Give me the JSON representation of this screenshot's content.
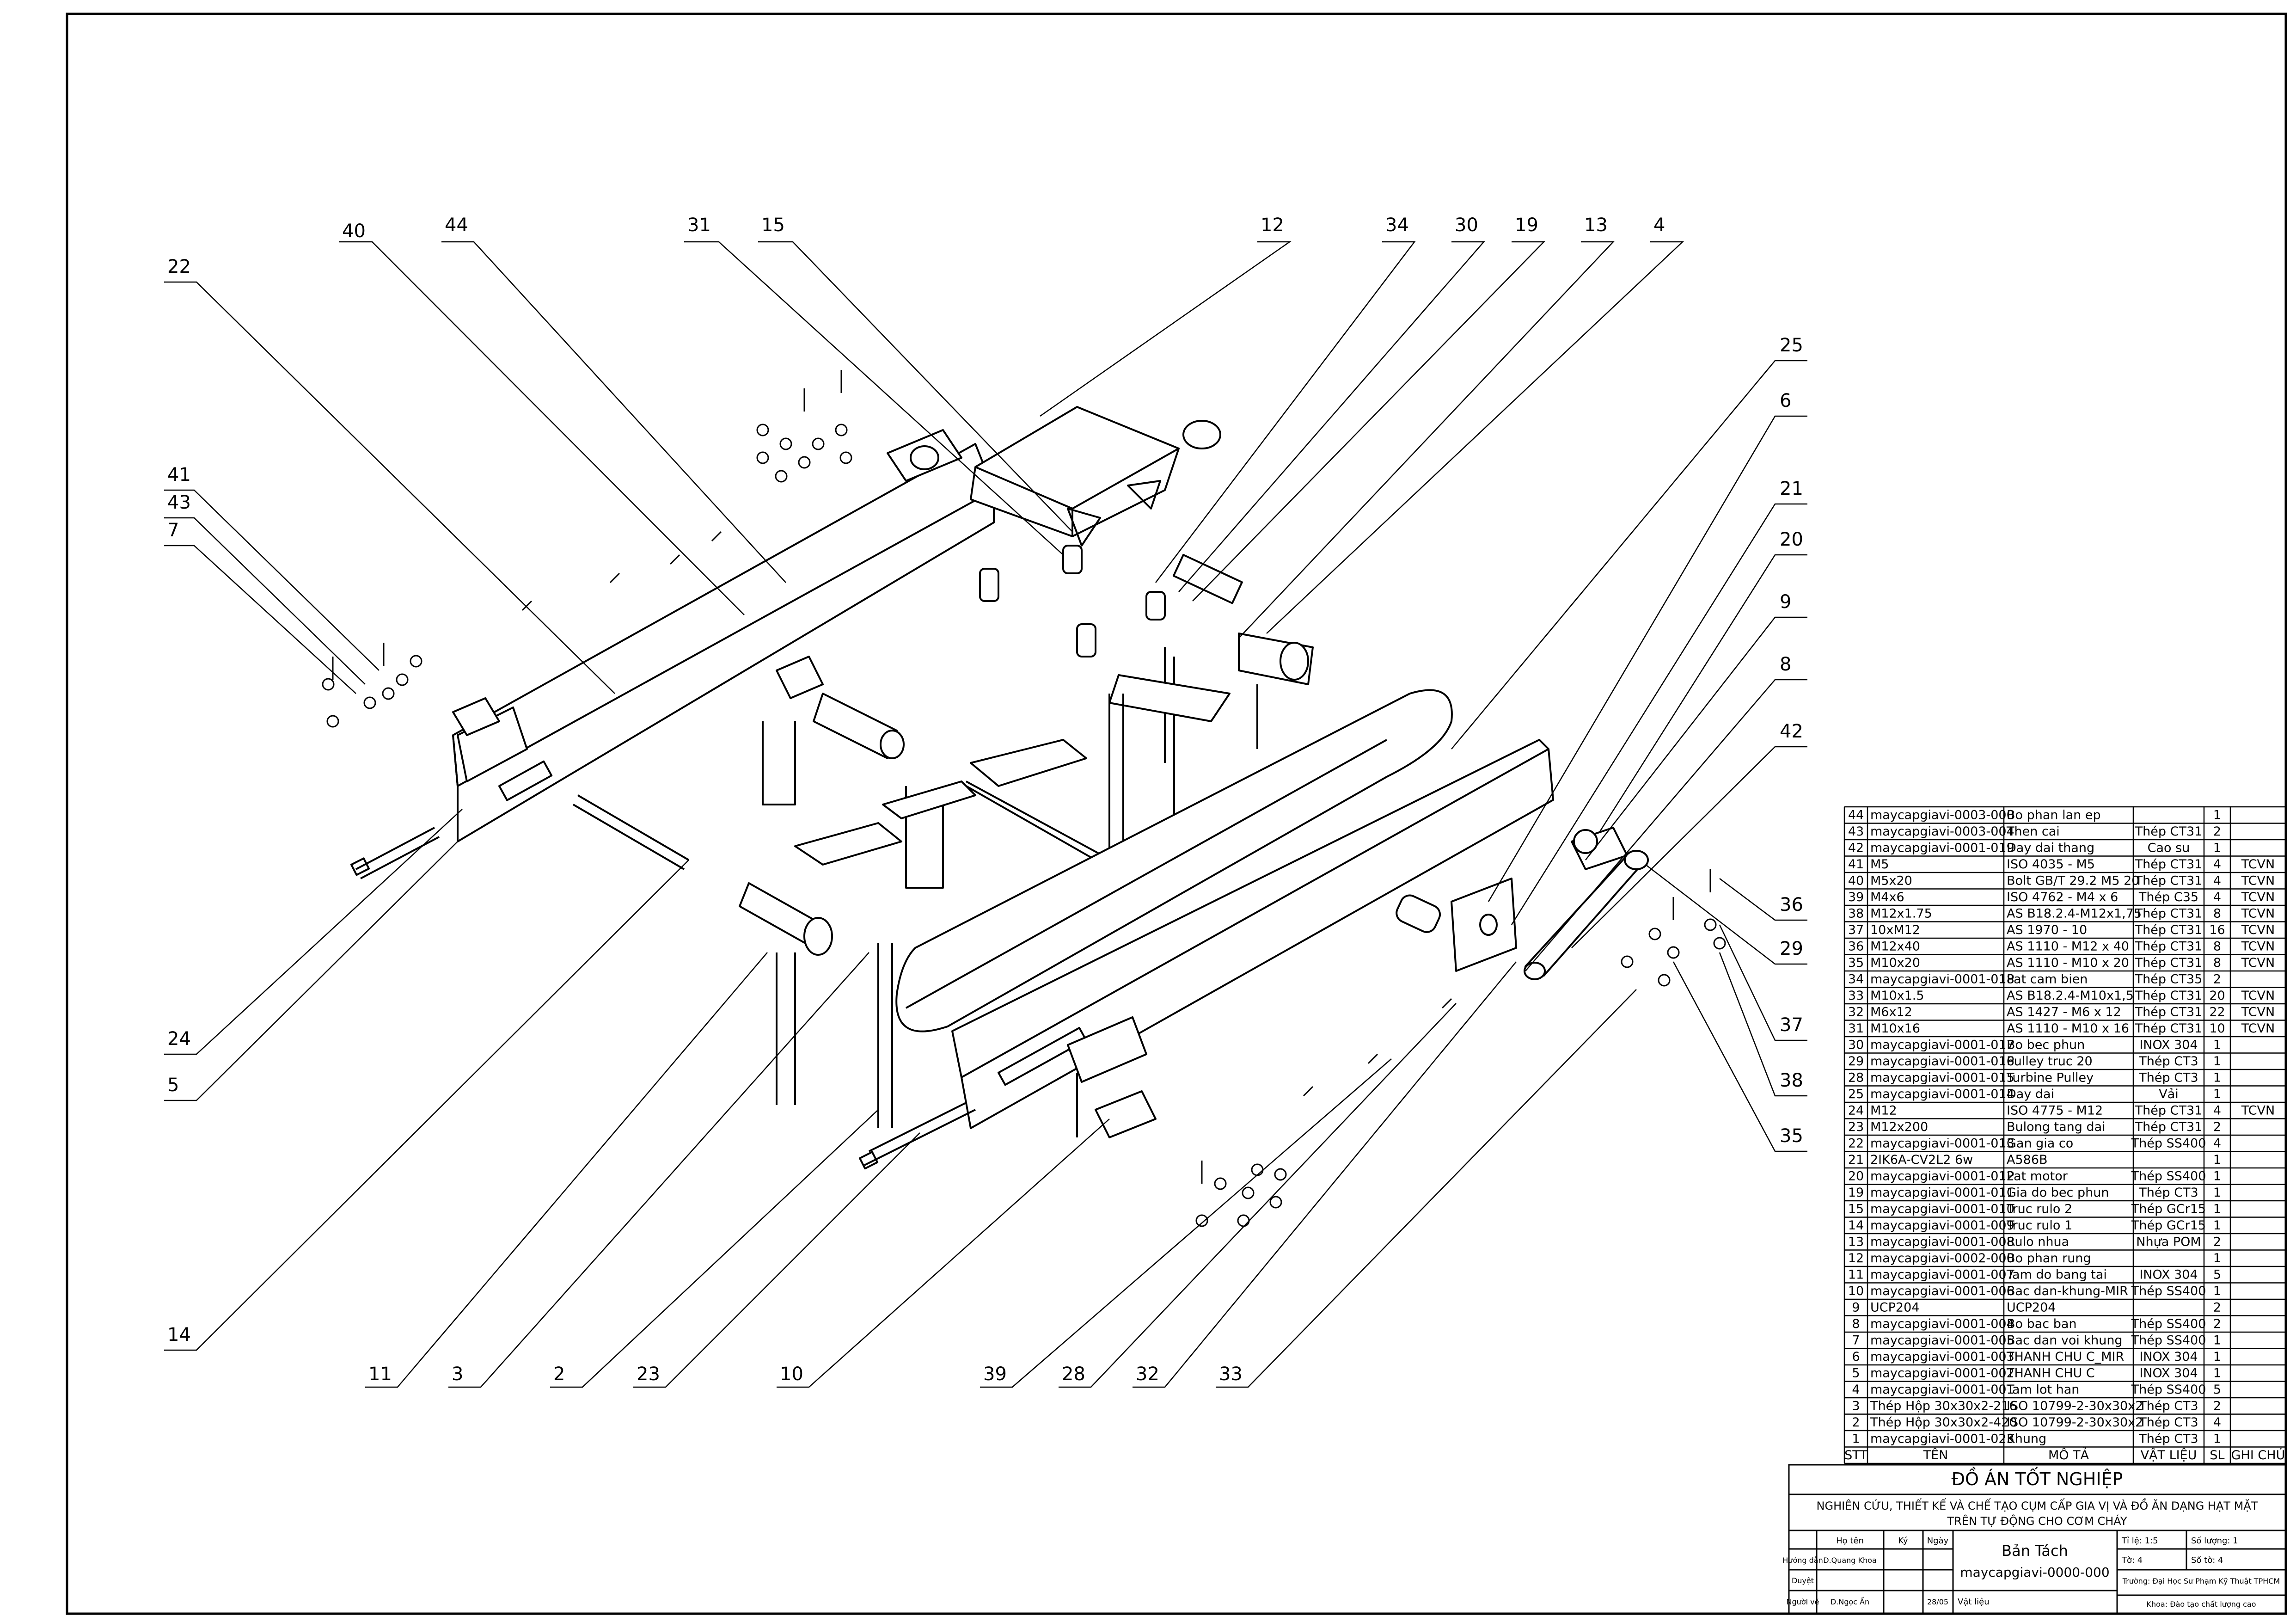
{
  "callouts": [
    {
      "n": "40"
    },
    {
      "n": "44"
    },
    {
      "n": "31"
    },
    {
      "n": "15"
    },
    {
      "n": "12"
    },
    {
      "n": "34"
    },
    {
      "n": "30"
    },
    {
      "n": "19"
    },
    {
      "n": "13"
    },
    {
      "n": "4"
    },
    {
      "n": "22"
    },
    {
      "n": "41"
    },
    {
      "n": "43"
    },
    {
      "n": "7"
    },
    {
      "n": "25"
    },
    {
      "n": "6"
    },
    {
      "n": "21"
    },
    {
      "n": "20"
    },
    {
      "n": "9"
    },
    {
      "n": "8"
    },
    {
      "n": "42"
    },
    {
      "n": "36"
    },
    {
      "n": "29"
    },
    {
      "n": "37"
    },
    {
      "n": "38"
    },
    {
      "n": "35"
    },
    {
      "n": "24"
    },
    {
      "n": "5"
    },
    {
      "n": "14"
    },
    {
      "n": "11"
    },
    {
      "n": "3"
    },
    {
      "n": "2"
    },
    {
      "n": "23"
    },
    {
      "n": "10"
    },
    {
      "n": "39"
    },
    {
      "n": "28"
    },
    {
      "n": "32"
    },
    {
      "n": "33"
    }
  ],
  "bom": {
    "rows": [
      [
        "44",
        "maycapgiavi-0003-000",
        "Bo phan lan ep",
        "",
        "1",
        ""
      ],
      [
        "43",
        "maycapgiavi-0003-004",
        "Then cai",
        "Thép CT31",
        "2",
        ""
      ],
      [
        "42",
        "maycapgiavi-0001-019",
        "Day dai thang",
        "Cao su",
        "1",
        ""
      ],
      [
        "41",
        "M5",
        "ISO 4035 - M5",
        "Thép CT31",
        "4",
        "TCVN"
      ],
      [
        "40",
        "M5x20",
        "Bolt GB/T 29.2 M5 20",
        "Thép CT31",
        "4",
        "TCVN"
      ],
      [
        "39",
        "M4x6",
        "ISO 4762 - M4 x 6",
        "Thép C35",
        "4",
        "TCVN"
      ],
      [
        "38",
        "M12x1.75",
        "AS B18.2.4-M12x1,75",
        "Thép CT31",
        "8",
        "TCVN"
      ],
      [
        "37",
        "10xM12",
        "AS 1970 - 10",
        "Thép CT31",
        "16",
        "TCVN"
      ],
      [
        "36",
        "M12x40",
        "AS 1110 - M12 x 40",
        "Thép CT31",
        "8",
        "TCVN"
      ],
      [
        "35",
        "M10x20",
        "AS 1110 - M10 x 20",
        "Thép CT31",
        "8",
        "TCVN"
      ],
      [
        "34",
        "maycapgiavi-0001-018",
        "Pat cam bien",
        "Thép CT35",
        "2",
        ""
      ],
      [
        "33",
        "M10x1.5",
        "AS B18.2.4-M10x1,5",
        "Thép CT31",
        "20",
        "TCVN"
      ],
      [
        "32",
        "M6x12",
        "AS 1427 - M6 x 12",
        "Thép CT31",
        "22",
        "TCVN"
      ],
      [
        "31",
        "M10x16",
        "AS 1110 - M10 x 16",
        "Thép CT31",
        "10",
        "TCVN"
      ],
      [
        "30",
        "maycapgiavi-0001-017",
        "Bo bec phun",
        "INOX 304",
        "1",
        ""
      ],
      [
        "29",
        "maycapgiavi-0001-016",
        "Pulley truc 20",
        "Thép CT3",
        "1",
        ""
      ],
      [
        "28",
        "maycapgiavi-0001-015",
        "Turbine Pulley",
        "Thép CT3",
        "1",
        ""
      ],
      [
        "25",
        "maycapgiavi-0001-014",
        "Day dai",
        "Vải",
        "1",
        ""
      ],
      [
        "24",
        "M12",
        "ISO 4775 - M12",
        "Thép CT31",
        "4",
        "TCVN"
      ],
      [
        "23",
        "M12x200",
        "Bulong tang dai",
        "Thép CT31",
        "2",
        ""
      ],
      [
        "22",
        "maycapgiavi-0001-013",
        "Gan gia co",
        "Thép SS400",
        "4",
        ""
      ],
      [
        "21",
        "2IK6A-CV2L2 6w",
        "A586B",
        "",
        "1",
        ""
      ],
      [
        "20",
        "maycapgiavi-0001-012",
        "Pat motor",
        "Thép SS400",
        "1",
        ""
      ],
      [
        "19",
        "maycapgiavi-0001-011",
        "Gia do bec phun",
        "Thép CT3",
        "1",
        ""
      ],
      [
        "15",
        "maycapgiavi-0001-010",
        "Truc rulo 2",
        "Thép GCr15",
        "1",
        ""
      ],
      [
        "14",
        "maycapgiavi-0001-009",
        "Truc rulo 1",
        "Thép GCr15",
        "1",
        ""
      ],
      [
        "13",
        "maycapgiavi-0001-008",
        "Rulo nhua",
        "Nhựa POM",
        "2",
        ""
      ],
      [
        "12",
        "maycapgiavi-0002-000",
        "Bo phan rung",
        "",
        "1",
        ""
      ],
      [
        "11",
        "maycapgiavi-0001-007",
        "Tam do bang tai",
        "INOX 304",
        "5",
        ""
      ],
      [
        "10",
        "maycapgiavi-0001-006",
        "Bac dan-khung-MIR",
        "Thép SS400",
        "1",
        ""
      ],
      [
        "9",
        "UCP204",
        "UCP204",
        "",
        "2",
        ""
      ],
      [
        "8",
        "maycapgiavi-0001-004",
        "Bo bac ban",
        "Thép SS400",
        "2",
        ""
      ],
      [
        "7",
        "maycapgiavi-0001-005",
        "Bac dan voi khung",
        "Thép SS400",
        "1",
        ""
      ],
      [
        "6",
        "maycapgiavi-0001-003",
        "THANH CHU C_MIR",
        "INOX 304",
        "1",
        ""
      ],
      [
        "5",
        "maycapgiavi-0001-002",
        "THANH CHU C",
        "INOX 304",
        "1",
        ""
      ],
      [
        "4",
        "maycapgiavi-0001-001",
        "Tam lot han",
        "Thép SS400",
        "5",
        ""
      ],
      [
        "3",
        "Thép Hộp 30x30x2-216",
        "ISO 10799-2-30x30x2",
        "Thép CT3",
        "2",
        ""
      ],
      [
        "2",
        "Thép Hộp 30x30x2-420",
        "ISO 10799-2-30x30x2",
        "Thép CT3",
        "4",
        ""
      ],
      [
        "1",
        "maycapgiavi-0001-023",
        "Khung",
        "Thép CT3",
        "1",
        ""
      ]
    ],
    "header": [
      "STT",
      "TÊN",
      "MÔ TẢ",
      "VẬT LIỆU",
      "SL",
      "GHI CHÚ"
    ]
  },
  "title_block": {
    "heading": "ĐỒ ÁN TỐT NGHIỆP",
    "project_line1": "NGHIÊN CỨU, THIẾT KẾ VÀ CHẾ TẠO CỤM CẤP GIA VỊ VÀ ĐỒ ĂN DẠNG HẠT MẶT",
    "project_line2": "TRÊN TỰ ĐỘNG CHO CƠM CHÁY",
    "col_name": "Họ tên",
    "col_sign": "Ký",
    "col_date": "Ngày",
    "role1": "Hướng dẫn",
    "person1": "D.Quang Khoa",
    "role2": "Duyệt",
    "role3": "Người vẽ",
    "person3": "D.Ngọc Ấn",
    "date3": "28/05",
    "drawing_title": "Bản Tách",
    "drawing_code": "maycapgiavi-0000-000",
    "scale": "Tỉ lệ: 1:5",
    "quantity": "Số lượng: 1",
    "sheet": "Tờ: 4",
    "sheet_count": "Số tờ: 4",
    "material": "Vật liệu",
    "school": "Trường: Đại Học Sư Phạm Kỹ Thuật TPHCM",
    "faculty": "Khoa: Đào tạo chất lượng cao"
  },
  "colors": {
    "line": "#000000",
    "paper": "#ffffff"
  }
}
